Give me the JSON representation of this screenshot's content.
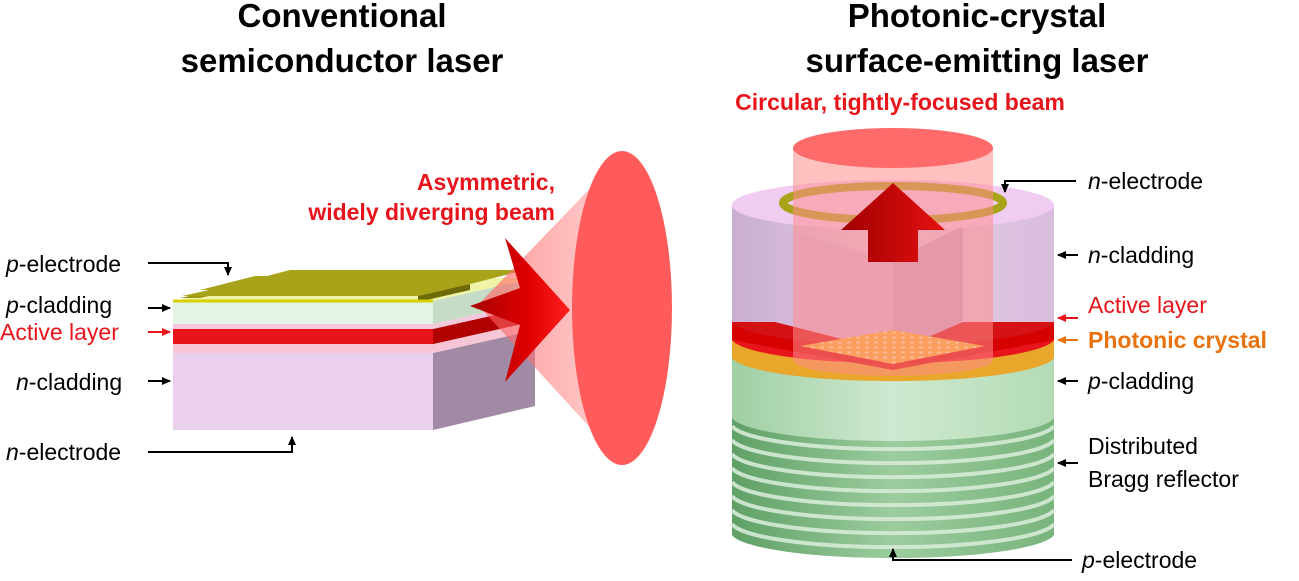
{
  "left": {
    "title_line1": "Conventional",
    "title_line2": "semiconductor laser",
    "beam_line1": "Asymmetric,",
    "beam_line2": "widely diverging beam",
    "labels": {
      "p_electrode_italic": "p",
      "p_electrode_rest": "-electrode",
      "p_cladding_italic": "p",
      "p_cladding_rest": "-cladding",
      "active_layer": "Active layer",
      "n_cladding_italic": "n",
      "n_cladding_rest": "-cladding",
      "n_electrode_italic": "n",
      "n_electrode_rest": "-electrode"
    }
  },
  "right": {
    "title_line1": "Photonic-crystal",
    "title_line2": "surface-emitting laser",
    "beam_label": "Circular, tightly-focused beam",
    "labels": {
      "n_electrode_italic": "n",
      "n_electrode_rest": "-electrode",
      "n_cladding_italic": "n",
      "n_cladding_rest": "-cladding",
      "active_layer": "Active layer",
      "photonic_crystal": "Photonic crystal",
      "p_cladding_italic": "p",
      "p_cladding_rest": "-cladding",
      "dbr_line1": "Distributed",
      "dbr_line2": "Bragg reflector",
      "p_electrode_italic": "p",
      "p_electrode_rest": "-electrode"
    }
  },
  "colors": {
    "beam_red": "#e8141b",
    "photonic_orange": "#e8720c",
    "electrode_gold": "#a8a318",
    "cladding_purple": "#ead0ec",
    "cladding_green": "#bfe3c0"
  }
}
